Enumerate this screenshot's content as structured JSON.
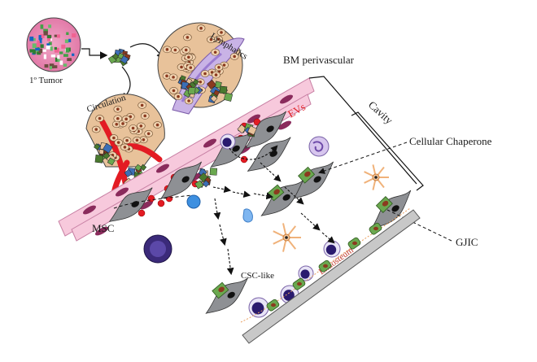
{
  "labels": {
    "primary_tumor": "1º Tumor",
    "lymphatics": "Lymphatics",
    "circulation": "Circulation",
    "bm_perivascular": "BM perivascular",
    "cavity": "Cavity",
    "evs": "EVs",
    "cellular_chaperone": "Cellular Chaperone",
    "msc": "MSC",
    "gjic": "GJIC",
    "csc_like": "CSC-like",
    "endosteum": "Endosteum"
  },
  "colors": {
    "vessel": "#f7c9dc",
    "vessel_nucleus": "#8a2b5c",
    "msc_body": "#8e9094",
    "tumor_green": "#6aa84f",
    "tumor_nucleus": "#8b3a1f",
    "lymph": "#c9b3e6",
    "blood": "#e31b23",
    "ev": "#e31b23",
    "endosteum": "#c8c8c8"
  }
}
